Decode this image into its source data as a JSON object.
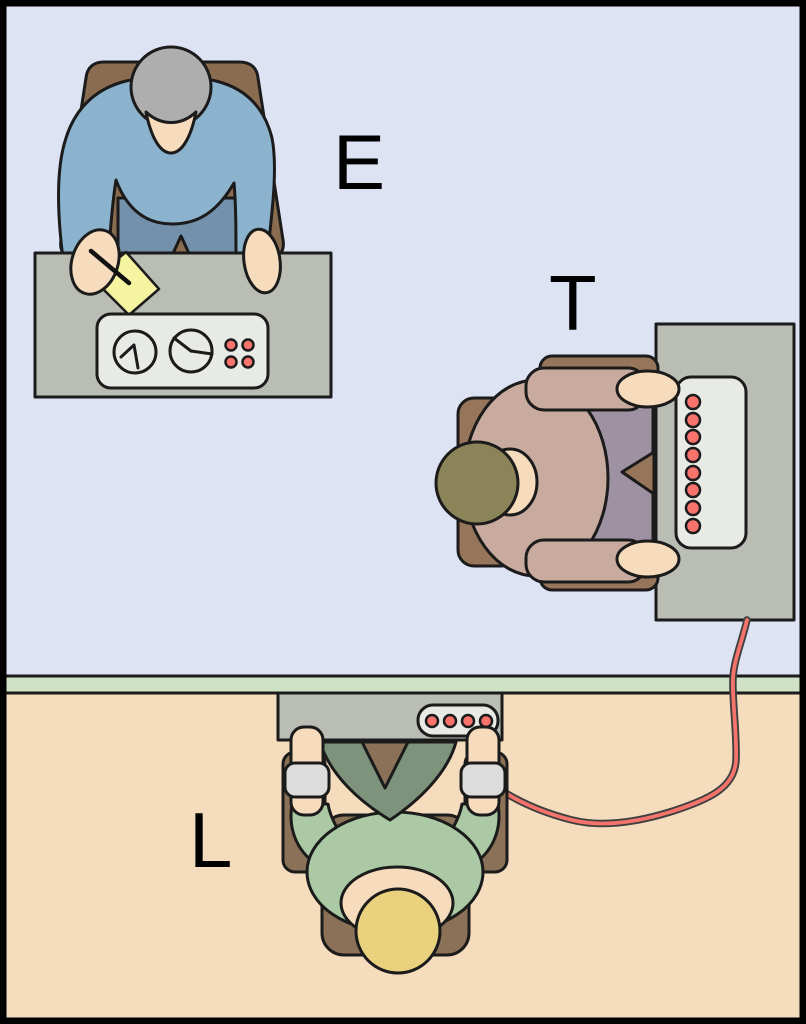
{
  "labels": {
    "experimenter": "E",
    "teacher": "T",
    "learner": "L"
  },
  "colors": {
    "outline": "#1b1b1b",
    "room_top": "#dee3f4",
    "room_bottom": "#f5dcbd",
    "wall": "#cfe2c5",
    "desk": "#b9bdb4",
    "panel": "#e8eae5",
    "button_red": "#f8736c",
    "wire_red": "#f4736b",
    "skin": "#f6dcbc",
    "notepad": "#f5f4a1",
    "experimenter": {
      "shirt": "#8cb3cd",
      "pants": "#7391ab",
      "hair": "#aeaeae",
      "chair": "#8a6c50"
    },
    "teacher": {
      "shirt": "#c9aa9f",
      "pants": "#9e91a2",
      "hair": "#8c8459",
      "chair": "#96755a"
    },
    "learner": {
      "shirt": "#abc9a4",
      "chest": "#7d937c",
      "hair": "#e9d17e",
      "chair": "#8a7157",
      "strap": "#dcdcdc"
    }
  },
  "consoles": {
    "experimenter_console": {
      "dial_count": 2,
      "button_count": 4
    },
    "shock_generator": {
      "button_count": 8
    },
    "learner_console": {
      "button_count": 4
    }
  }
}
